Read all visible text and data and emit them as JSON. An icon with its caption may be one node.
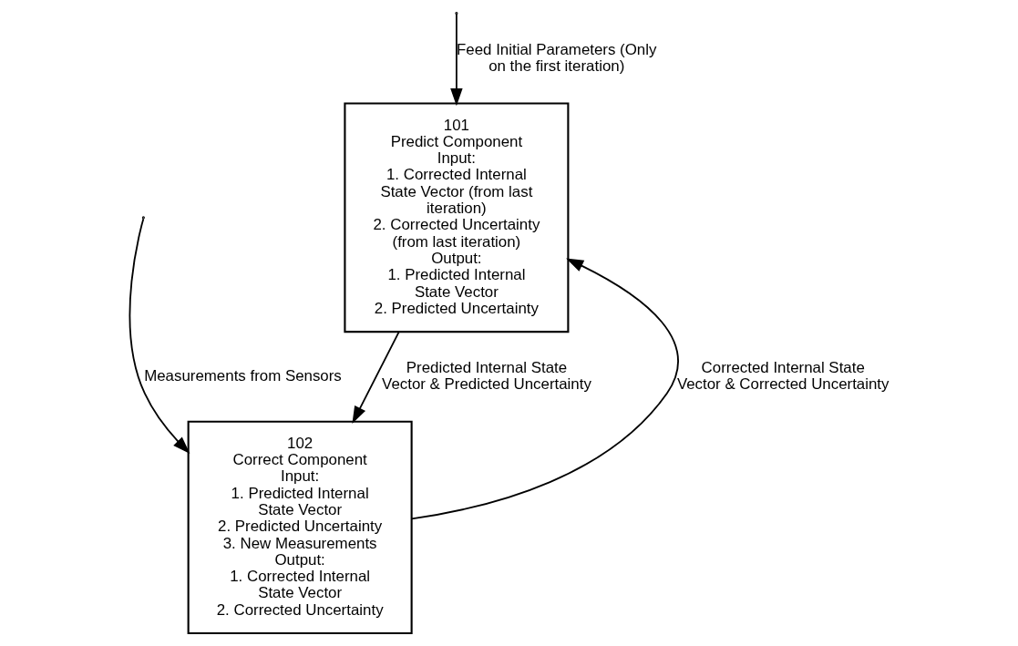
{
  "diagram": {
    "nodes": [
      {
        "text": [
          "101",
          "Predict Component",
          "Input:",
          "1. Corrected Internal State Vector (from last iteration)",
          "2. Corrected Uncertainty (from last iteration)",
          "Output:",
          "1. Predicted Internal State Vector",
          "2. Predicted Uncertainty"
        ]
      },
      {
        "text": [
          "102",
          "Correct Component",
          "Input:",
          "1. Predicted Internal State Vector",
          "2. Predicted Uncertainty",
          "3. New Measurements",
          "Output:",
          "1. Corrected Internal State Vector",
          "2. Corrected Uncertainty"
        ]
      }
    ],
    "edges": [
      {
        "from": null,
        "to": 0,
        "arrow": "to",
        "label": "Feed Initial Parameters (Only on the first iteration)"
      },
      {
        "from": 1,
        "to": 0,
        "arrow": "to",
        "label": "Corrected Internal State Vector & Corrected Uncertainty"
      },
      {
        "from": 0,
        "to": 1,
        "arrow": "to",
        "label": "Predicted Internal State Vector & Predicted Uncertainty"
      },
      {
        "from": null,
        "to": 1,
        "arrow": "to",
        "label": "Measurements from Sensors"
      }
    ]
  }
}
